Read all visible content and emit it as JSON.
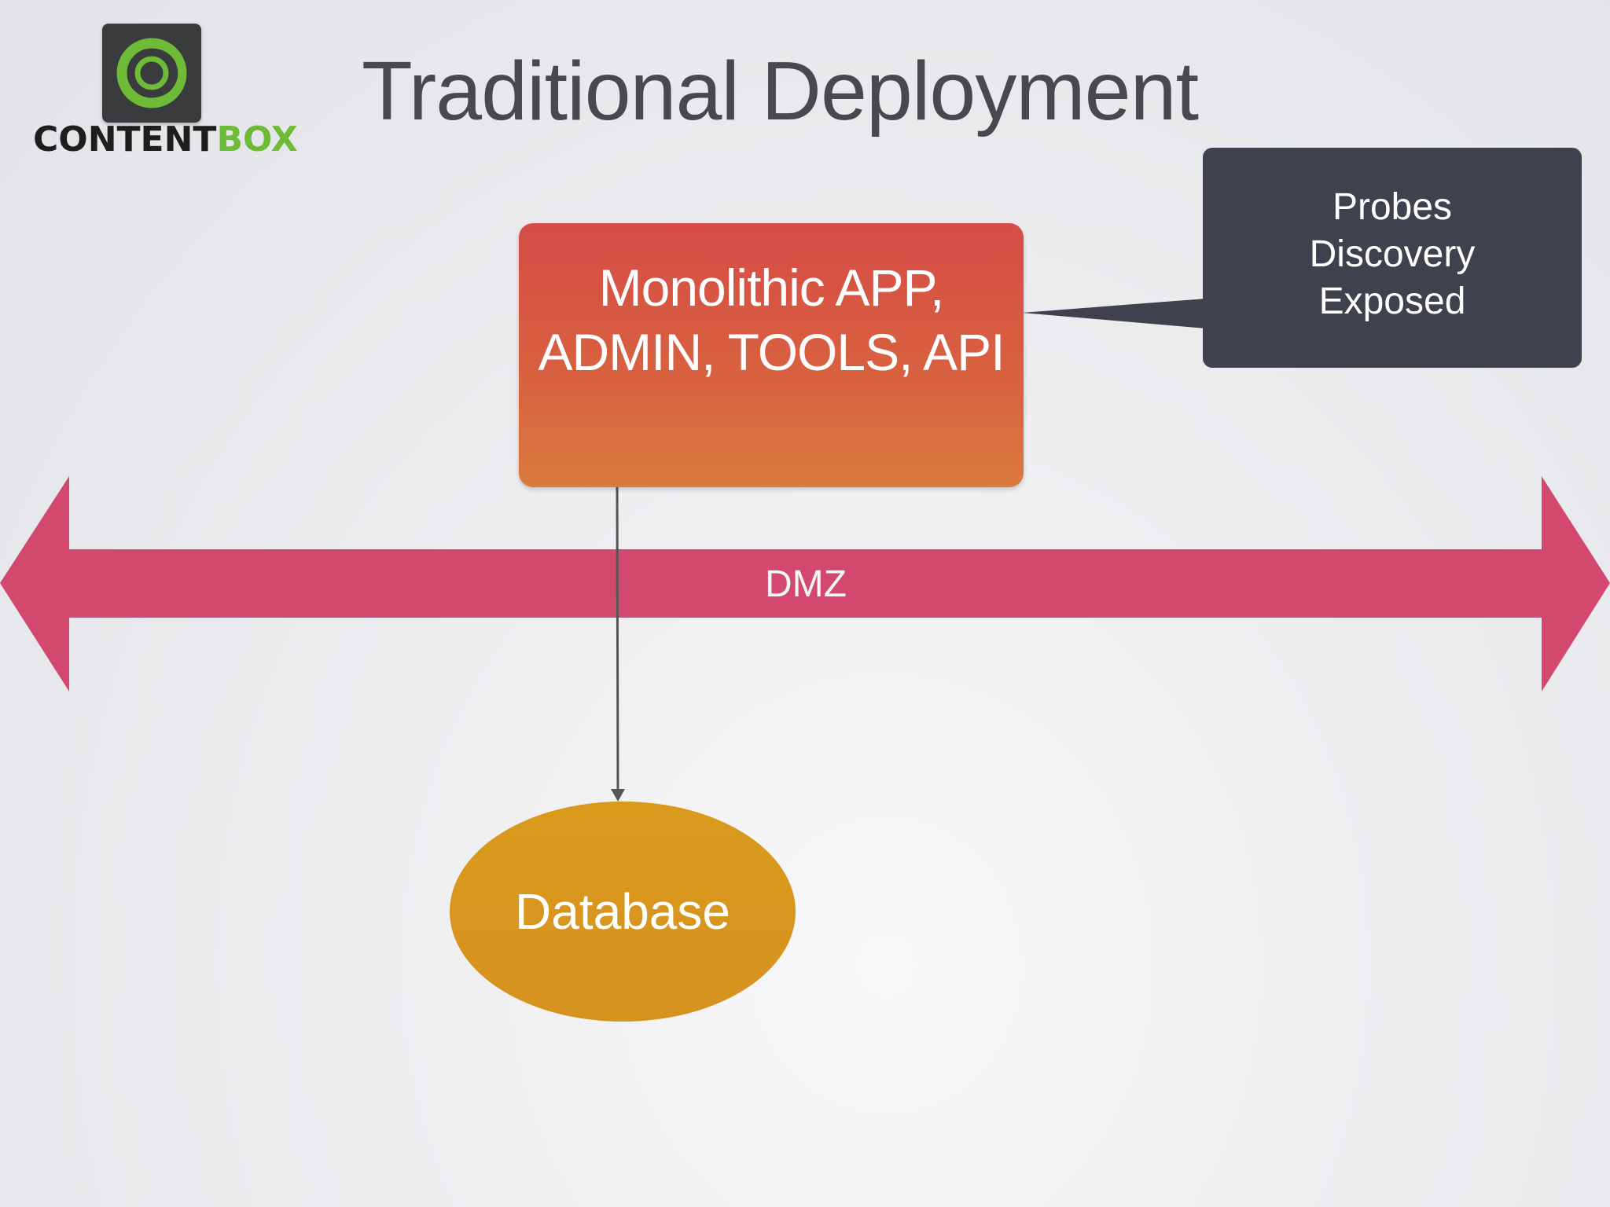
{
  "slide": {
    "title": "Traditional Deployment"
  },
  "logo": {
    "word_part1": "CONTENT",
    "word_part2": "BOX",
    "icon": "contentbox-swirl-icon",
    "brand_green": "#6dbb37",
    "tile_color": "#3a3b3d"
  },
  "diagram": {
    "app_box": {
      "label": "Monolithic APP,\nADMIN, TOOLS, API",
      "color_top": "#d64c46",
      "color_bottom": "#da7a3e"
    },
    "callout": {
      "label": "Probes\nDiscovery\nExposed",
      "color": "#3f424c"
    },
    "dmz": {
      "label": "DMZ",
      "color": "#d2486f"
    },
    "database": {
      "label": "Database",
      "color": "#d6961f"
    },
    "connector_color": "#555555"
  }
}
